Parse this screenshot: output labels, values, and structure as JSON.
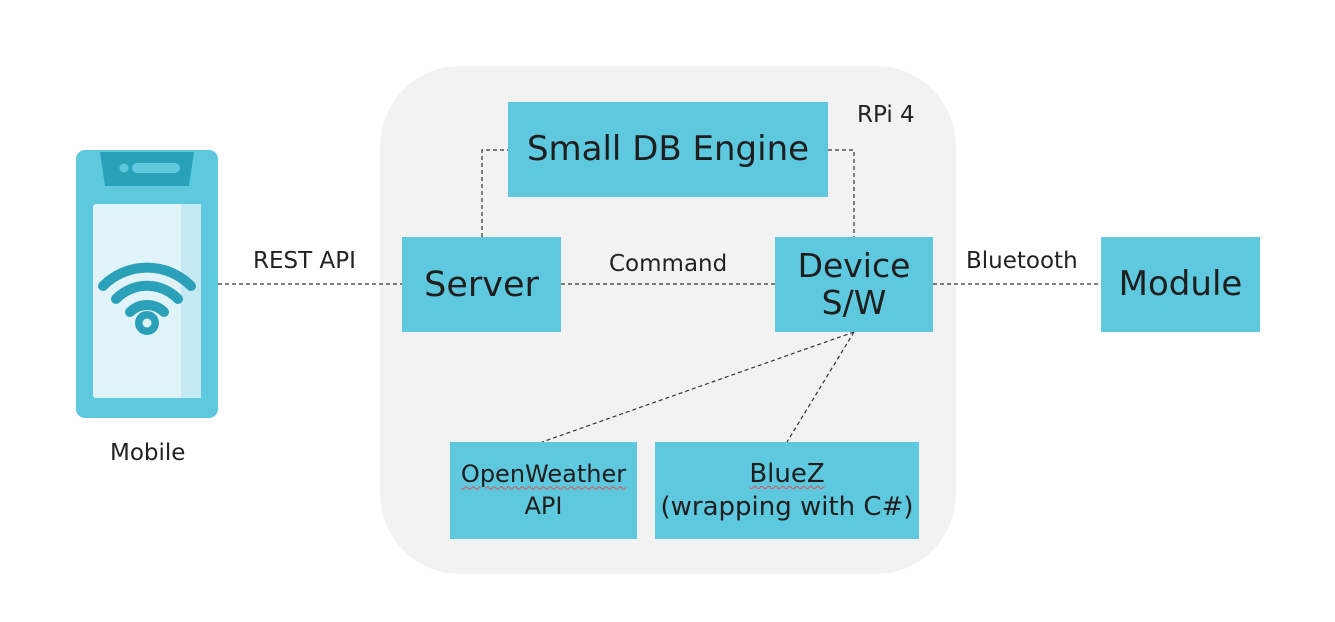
{
  "colors": {
    "box_fill": "#5ec8de",
    "container_fill": "#f2f2f2",
    "connector": "#333333",
    "phone_body": "#5ec8de",
    "phone_screen": "#e0f3f9",
    "phone_screen_edge": "#c5e9f3",
    "wifi": "#2aa1b9"
  },
  "container": {
    "label": "RPi 4"
  },
  "nodes": {
    "small_db": {
      "label": "Small DB Engine"
    },
    "server": {
      "label": "Server"
    },
    "device_sw": {
      "line1": "Device",
      "line2": "S/W"
    },
    "module": {
      "label": "Module"
    },
    "openweather": {
      "line1": "OpenWeather",
      "line2": "API"
    },
    "bluez": {
      "line1": "BlueZ",
      "line2": "(wrapping with C#)"
    }
  },
  "mobile": {
    "label": "Mobile",
    "icon": "smartphone-wifi-icon"
  },
  "edges": {
    "rest_api": "REST API",
    "command": "Command",
    "bluetooth": "Bluetooth"
  }
}
